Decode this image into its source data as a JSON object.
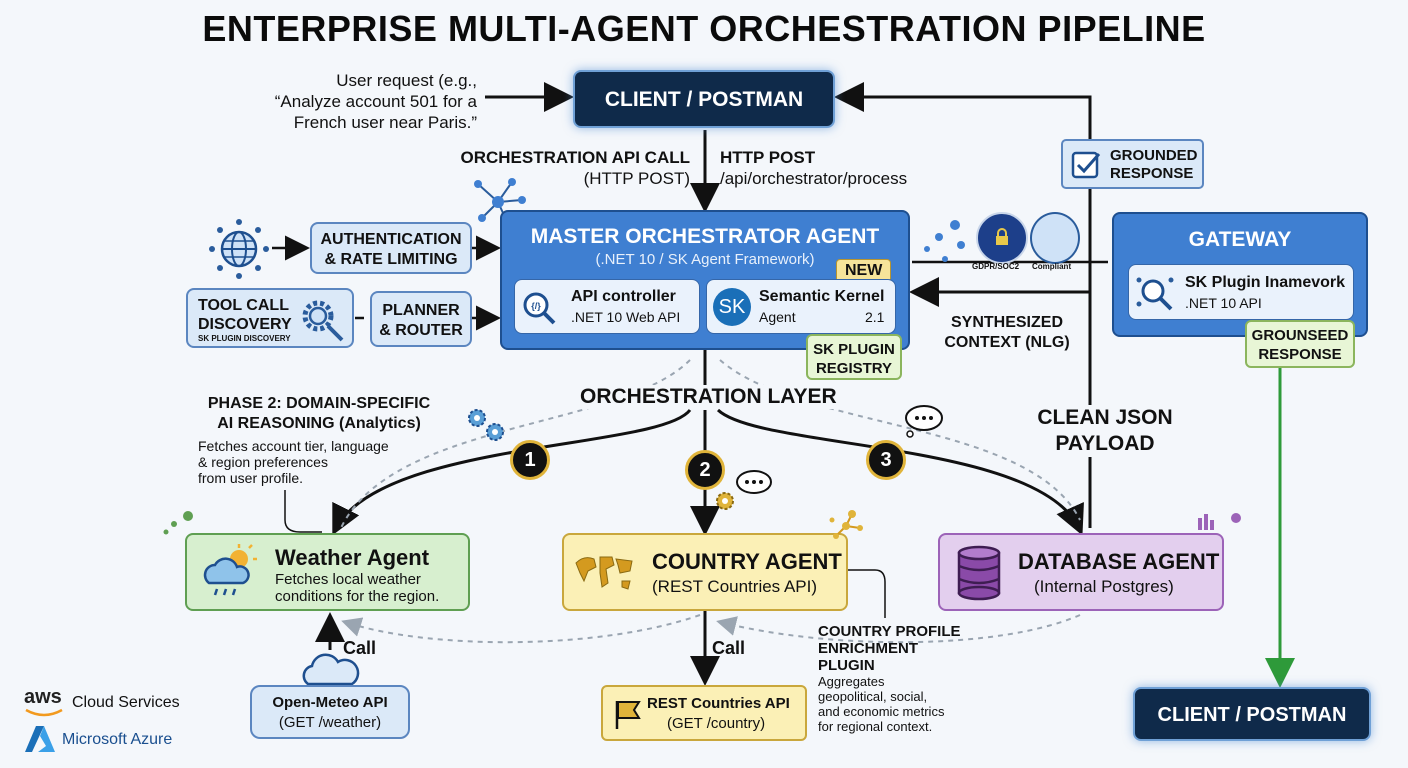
{
  "title": "ENTERPRISE MULTI-AGENT ORCHESTRATION PIPELINE",
  "user_request": {
    "line1": "User request (e.g.,",
    "line2": "“Analyze account 501 for a",
    "line3": "French user near Paris.”"
  },
  "client_top": "CLIENT / POSTMAN",
  "client_bottom": "CLIENT / POSTMAN",
  "api_call": {
    "line1": "ORCHESTRATION API CALL",
    "line2": "(HTTP POST)"
  },
  "http_post": {
    "line1": "HTTP POST",
    "line2": "/api/orchestrator/process"
  },
  "grounded_response": {
    "line1": "GROUNDED",
    "line2": "RESPONSE"
  },
  "auth": {
    "line1": "AUTHENTICATION",
    "line2": "& RATE LIMITING"
  },
  "tool_call": {
    "line1": "TOOL CALL",
    "line2": "DISCOVERY",
    "sub": "SK PLUGIN DISCOVERY"
  },
  "planner": {
    "line1": "PLANNER",
    "line2": "& ROUTER"
  },
  "master": {
    "title": "MASTER ORCHESTRATOR AGENT",
    "subtitle": "(.NET 10 / SK Agent Framework)",
    "new_badge": "NEW",
    "api_controller": {
      "title": "API controller",
      "sub": ".NET 10 Web API"
    },
    "semantic_kernel": {
      "logo": "SK",
      "title": "Semantic Kernel",
      "sub": "Agent",
      "version": "2.1"
    }
  },
  "sk_registry": {
    "line1": "SK PLUGIN",
    "line2": "REGISTRY"
  },
  "compliance": {
    "gdpr": "GDPR/SOC2",
    "compliant": "Compliant"
  },
  "synthesized": {
    "line1": "SYNTHESIZED",
    "line2": "CONTEXT (NLG)"
  },
  "gateway": {
    "title": "GATEWAY",
    "plugin_title": "SK Plugin Inamevork",
    "plugin_sub": ".NET 10 API"
  },
  "grounseed": {
    "line1": "GROUNSEED",
    "line2": "RESPONSE"
  },
  "orchestration_layer": "ORCHESTRATION LAYER",
  "clean_json": {
    "line1": "CLEAN JSON",
    "line2": "PAYLOAD"
  },
  "phase2": {
    "line1": "PHASE 2: DOMAIN-SPECIFIC",
    "line2": "AI REASONING (Analytics)"
  },
  "fetches": {
    "line1": "Fetches account tier, language",
    "line2": "& region preferences",
    "line3": "from user profile."
  },
  "steps": [
    "1",
    "2",
    "3"
  ],
  "weather": {
    "title": "Weather Agent",
    "desc1": "Fetches local weather",
    "desc2": "conditions for the region."
  },
  "country": {
    "title": "COUNTRY AGENT",
    "sub": "(REST Countries API)"
  },
  "database": {
    "title": "DATABASE AGENT",
    "sub": "(Internal Postgres)"
  },
  "call_left": "Call",
  "call_mid": "Call",
  "open_meteo": {
    "line1": "Open-Meteo API",
    "line2": "(GET /weather)"
  },
  "rest_countries": {
    "line1": "REST Countries API",
    "line2": "(GET /country)"
  },
  "enrichment": {
    "line1": "COUNTRY PROFILE",
    "line2": "ENRICHMENT",
    "line3": "PLUGIN",
    "d1": "Aggregates",
    "d2": "geopolitical, social,",
    "d3": "and economic metrics",
    "d4": "for regional context."
  },
  "logos": {
    "aws": "aws",
    "aws_label": "Cloud Services",
    "azure_label": "Microsoft Azure"
  },
  "colors": {
    "dark_navy": "#0f2a4a",
    "master_blue": "#3f7fd1",
    "green_arrow": "#2e9a3a",
    "badge_gold": "#e0b43a"
  }
}
